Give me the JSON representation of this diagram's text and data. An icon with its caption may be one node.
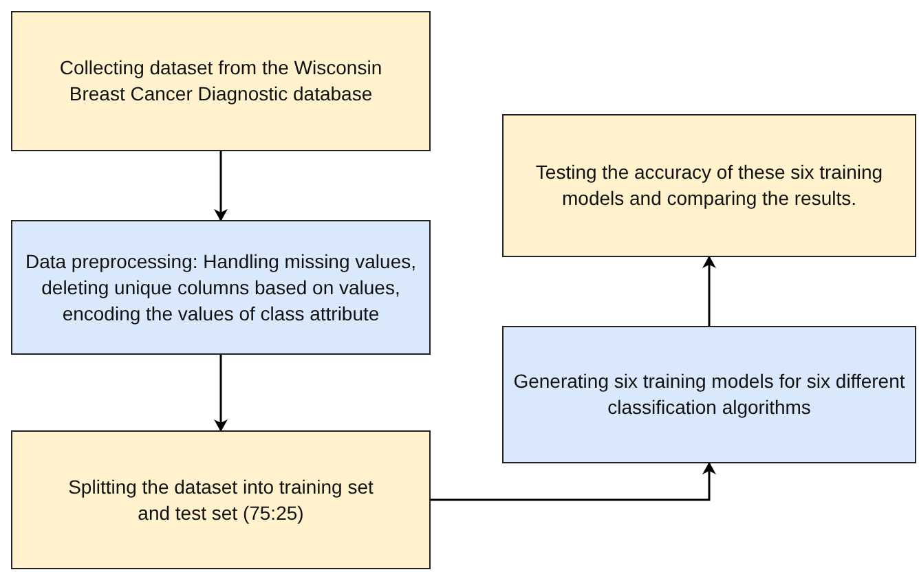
{
  "diagram": {
    "nodes": [
      {
        "text": [
          "Collecting dataset from the Wisconsin Breast Cancer Diagnostic database"
        ]
      },
      {
        "text": [
          "Data preprocessing: Handling missing values, deleting unique columns based on values, encoding the values of class attribute"
        ]
      },
      {
        "text": [
          "Splitting the dataset into training set and test set (75:25)"
        ]
      },
      {
        "text": [
          "Generating six training models for six different classification algorithms"
        ]
      },
      {
        "text": [
          "Testing the accuracy of these six training models and comparing the results."
        ]
      }
    ],
    "edges": [
      {
        "from": 0,
        "to": 1,
        "arrow": "to"
      },
      {
        "from": 1,
        "to": 2,
        "arrow": "to"
      },
      {
        "from": 2,
        "to": 3,
        "arrow": "to"
      },
      {
        "from": 3,
        "to": 4,
        "arrow": "to"
      }
    ]
  }
}
